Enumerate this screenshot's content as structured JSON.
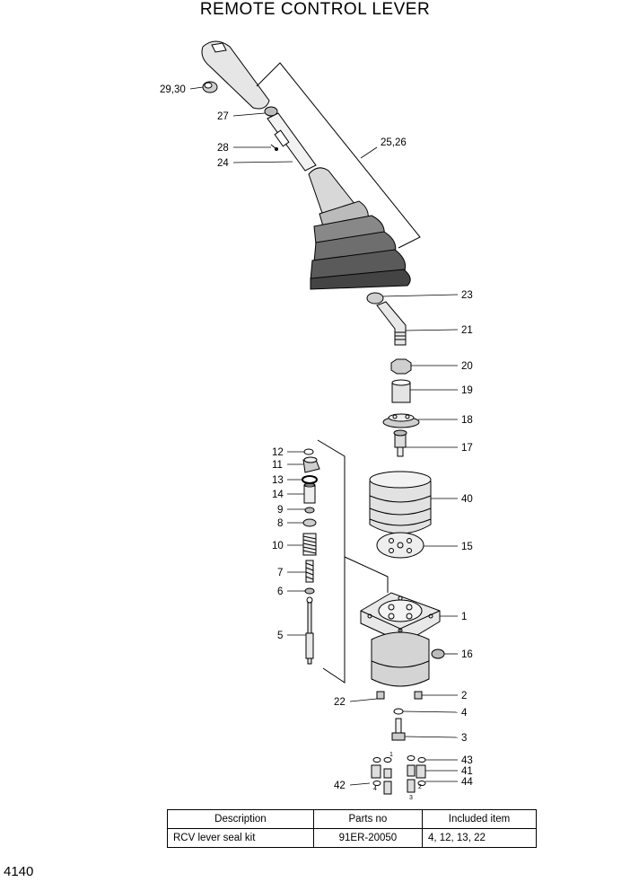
{
  "title": "REMOTE CONTROL LEVER",
  "page_number": "4140",
  "callouts": {
    "c29_30": "29,30",
    "c27": "27",
    "c28": "28",
    "c24": "24",
    "c25_26": "25,26",
    "c23": "23",
    "c21": "21",
    "c20": "20",
    "c19": "19",
    "c18": "18",
    "c17": "17",
    "c40": "40",
    "c15": "15",
    "c1": "1",
    "c16": "16",
    "c2": "2",
    "c22": "22",
    "c4": "4",
    "c3": "3",
    "c43": "43",
    "c41": "41",
    "c44": "44",
    "c42": "42",
    "c12": "12",
    "c11": "11",
    "c13": "13",
    "c14": "14",
    "c9": "9",
    "c8": "8",
    "c10": "10",
    "c7": "7",
    "c6": "6",
    "c5": "5"
  },
  "port_marks": [
    "1",
    "2",
    "3",
    "4"
  ],
  "table": {
    "headers": [
      "Description",
      "Parts no",
      "Included item"
    ],
    "rows": [
      [
        "RCV lever seal kit",
        "91ER-20050",
        "4, 12, 13, 22"
      ]
    ]
  }
}
